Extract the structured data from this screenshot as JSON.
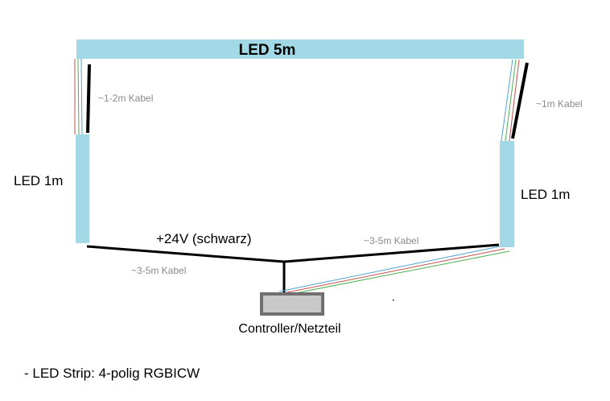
{
  "labels": {
    "led_top": "LED 5m",
    "led_left": "LED 1m",
    "led_right": "LED 1m",
    "voltage": "+24V (schwarz)",
    "controller": "Controller/Netzteil",
    "note": "- LED Strip: 4-polig RGBICW"
  },
  "cables": {
    "left_vertical": "~1-2m Kabel",
    "right_vertical": "~1m Kabel",
    "left_bottom": "~3-5m Kabel",
    "right_bottom": "~3-5m Kabel"
  },
  "colors": {
    "led": "#a3d8e6",
    "wire_black": "#000000",
    "wire_red": "#c0504d",
    "wire_green": "#4caf50",
    "wire_blue": "#4fa3d1",
    "controller_fill": "#c8c8c8",
    "controller_border": "#707070"
  }
}
